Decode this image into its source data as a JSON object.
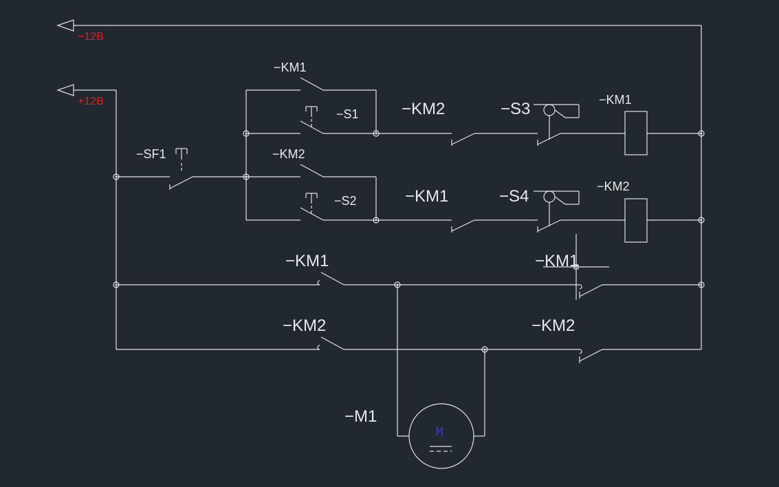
{
  "supply": {
    "minus_label": "−12В",
    "plus_label": "+12В"
  },
  "labels": {
    "km1_holding": "−KM1",
    "s1": "−S1",
    "km2_interlock_row1": "−KM2",
    "s3": "−S3",
    "km1_coil": "−KM1",
    "sf1": "−SF1",
    "km2_holding": "−KM2",
    "s2": "−S2",
    "km1_interlock_row2": "−KM1",
    "s4": "−S4",
    "km2_coil": "−KM2",
    "km1_power_a": "−KM1",
    "km1_power_b": "−KM1",
    "km2_power_a": "−KM2",
    "km2_power_b": "−KM2",
    "motor": "−M1"
  },
  "motor_symbol": {
    "letter": "M",
    "dc_mark": "———"
  },
  "colors": {
    "background": "#212830",
    "wire": "#dfe3e6",
    "supply_label": "#e01e1e",
    "motor_letter": "#2c3cd8"
  }
}
